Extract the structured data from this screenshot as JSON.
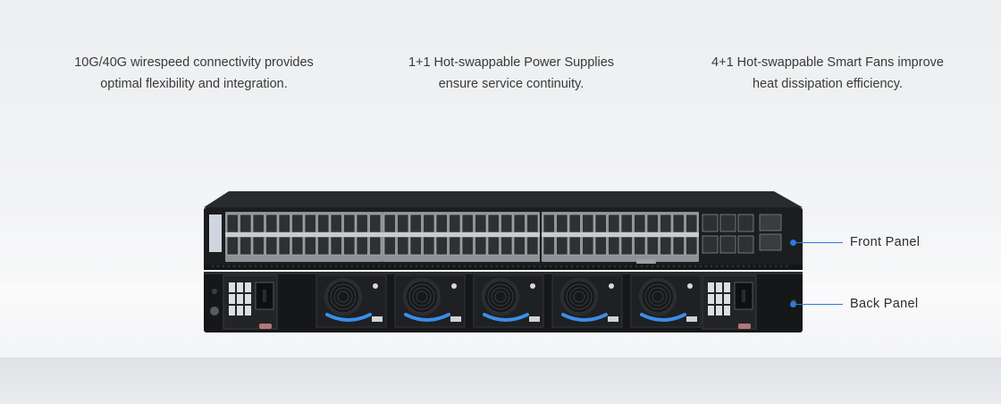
{
  "features": [
    {
      "line1": "10G/40G wirespeed connectivity provides",
      "line2": "optimal flexibility and integration."
    },
    {
      "line1": "1+1 Hot-swappable Power Supplies",
      "line2": "ensure service continuity."
    },
    {
      "line1": "4+1 Hot-swappable Smart Fans improve",
      "line2": "heat dissipation efficiency."
    }
  ],
  "callouts": {
    "front": "Front Panel",
    "back": "Back Panel"
  },
  "colors": {
    "accent": "#2c7bd6",
    "chassis": "#1c1d1f",
    "fan_led": "#3a8fe8"
  }
}
